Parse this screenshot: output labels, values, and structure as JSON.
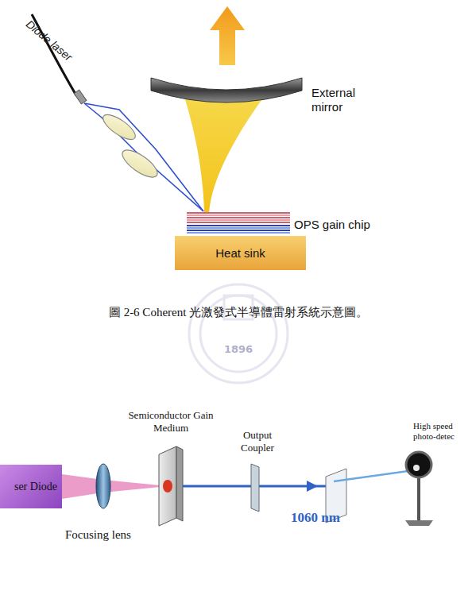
{
  "diagram": {
    "caption": "圖 2-6 Coherent 光激發式半導體雷射系統示意圖。",
    "nodes": [
      {
        "text": [
          "Heat sink"
        ]
      },
      {
        "text": [
          "ser Diode"
        ]
      }
    ],
    "labels": [
      "Diode laser",
      "External mirror",
      "OPS gain chip",
      "1896",
      "Semiconductor Gain Medium",
      "Output Coupler",
      "High speed photo-detec",
      "1060 nm",
      "Focusing lens"
    ]
  }
}
